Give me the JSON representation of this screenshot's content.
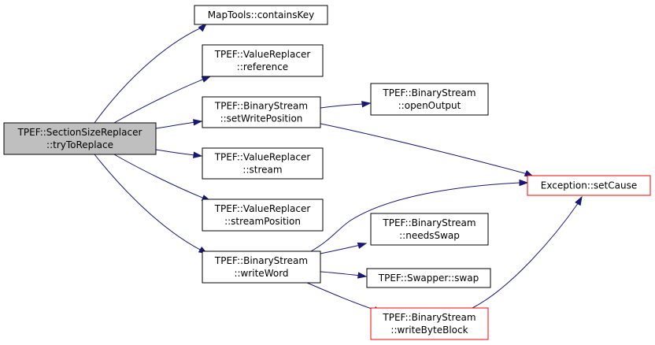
{
  "colors": {
    "edge": "#191970",
    "root_fill": "#bfbfbf",
    "default_stroke": "#000000",
    "highlight_stroke": "#ff0000",
    "node_fill": "#ffffff"
  },
  "nodes": [
    {
      "id": "root",
      "lines": [
        "TPEF::SectionSizeReplacer",
        "::tryToReplace"
      ],
      "style": "root"
    },
    {
      "id": "containsKey",
      "lines": [
        "MapTools::containsKey"
      ],
      "style": "default"
    },
    {
      "id": "reference",
      "lines": [
        "TPEF::ValueReplacer",
        "::reference"
      ],
      "style": "default"
    },
    {
      "id": "setWritePosition",
      "lines": [
        "TPEF::BinaryStream",
        "::setWritePosition"
      ],
      "style": "default"
    },
    {
      "id": "stream",
      "lines": [
        "TPEF::ValueReplacer",
        "::stream"
      ],
      "style": "default"
    },
    {
      "id": "streamPosition",
      "lines": [
        "TPEF::ValueReplacer",
        "::streamPosition"
      ],
      "style": "default"
    },
    {
      "id": "writeWord",
      "lines": [
        "TPEF::BinaryStream",
        "::writeWord"
      ],
      "style": "default"
    },
    {
      "id": "openOutput",
      "lines": [
        "TPEF::BinaryStream",
        "::openOutput"
      ],
      "style": "default"
    },
    {
      "id": "setCause",
      "lines": [
        "Exception::setCause"
      ],
      "style": "highlight"
    },
    {
      "id": "needsSwap",
      "lines": [
        "TPEF::BinaryStream",
        "::needsSwap"
      ],
      "style": "default"
    },
    {
      "id": "swap",
      "lines": [
        "TPEF::Swapper::swap"
      ],
      "style": "default"
    },
    {
      "id": "writeByteBlock",
      "lines": [
        "TPEF::BinaryStream",
        "::writeByteBlock"
      ],
      "style": "highlight"
    }
  ],
  "edges": [
    {
      "from": "root",
      "to": "containsKey"
    },
    {
      "from": "root",
      "to": "reference"
    },
    {
      "from": "root",
      "to": "setWritePosition"
    },
    {
      "from": "root",
      "to": "stream"
    },
    {
      "from": "root",
      "to": "streamPosition"
    },
    {
      "from": "root",
      "to": "writeWord"
    },
    {
      "from": "setWritePosition",
      "to": "openOutput"
    },
    {
      "from": "setWritePosition",
      "to": "setCause"
    },
    {
      "from": "writeWord",
      "to": "setCause"
    },
    {
      "from": "writeWord",
      "to": "needsSwap"
    },
    {
      "from": "writeWord",
      "to": "swap"
    },
    {
      "from": "writeWord",
      "to": "writeByteBlock"
    },
    {
      "from": "writeByteBlock",
      "to": "setCause"
    }
  ]
}
